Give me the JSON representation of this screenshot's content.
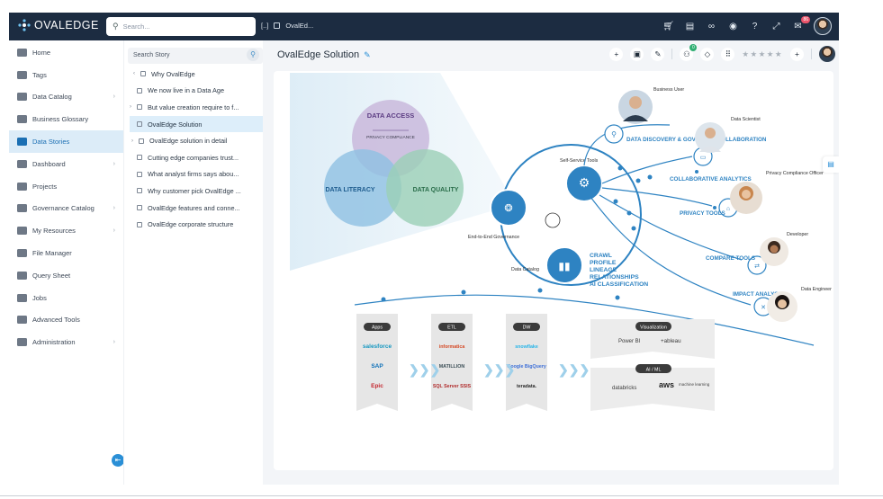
{
  "app": {
    "logo_text": "OVALEDGE"
  },
  "topbar": {
    "search_placeholder": "Search...",
    "crumb_label": "OvalEd...",
    "notification_count": "86",
    "icons": [
      "cart-icon",
      "clipboard-icon",
      "link-icon",
      "shield-icon",
      "help-icon",
      "expand-icon",
      "mail-icon"
    ]
  },
  "sidebar": {
    "items": [
      {
        "label": "Home",
        "icon": "home-icon",
        "has_chevron": false,
        "active": false
      },
      {
        "label": "Tags",
        "icon": "tag-icon",
        "has_chevron": false,
        "active": false
      },
      {
        "label": "Data Catalog",
        "icon": "catalog-icon",
        "has_chevron": true,
        "active": false
      },
      {
        "label": "Business Glossary",
        "icon": "glossary-icon",
        "has_chevron": false,
        "active": false
      },
      {
        "label": "Data Stories",
        "icon": "book-icon",
        "has_chevron": false,
        "active": true
      },
      {
        "label": "Dashboard",
        "icon": "dashboard-icon",
        "has_chevron": true,
        "active": false
      },
      {
        "label": "Projects",
        "icon": "projects-icon",
        "has_chevron": false,
        "active": false
      },
      {
        "label": "Governance Catalog",
        "icon": "governance-icon",
        "has_chevron": true,
        "active": false
      },
      {
        "label": "My Resources",
        "icon": "resources-icon",
        "has_chevron": true,
        "active": false
      },
      {
        "label": "File Manager",
        "icon": "folder-icon",
        "has_chevron": false,
        "active": false
      },
      {
        "label": "Query Sheet",
        "icon": "query-icon",
        "has_chevron": false,
        "active": false
      },
      {
        "label": "Jobs",
        "icon": "jobs-icon",
        "has_chevron": false,
        "active": false
      },
      {
        "label": "Advanced Tools",
        "icon": "tools-icon",
        "has_chevron": false,
        "active": false
      },
      {
        "label": "Administration",
        "icon": "admin-icon",
        "has_chevron": true,
        "active": false
      }
    ]
  },
  "story_pane": {
    "search_label": "Search Story",
    "nodes": [
      {
        "label": "Why OvalEdge",
        "arrow": "<",
        "selected": false
      },
      {
        "label": "We now live in a Data Age",
        "arrow": "",
        "selected": false
      },
      {
        "label": "But value creation require to f...",
        "arrow": ">",
        "selected": false
      },
      {
        "label": "OvalEdge Solution",
        "arrow": "",
        "selected": true
      },
      {
        "label": "OvalEdge solution in detail",
        "arrow": ">",
        "selected": false
      },
      {
        "label": "Cutting edge companies trust...",
        "arrow": "",
        "selected": false
      },
      {
        "label": "What analyst firms says abou...",
        "arrow": "",
        "selected": false
      },
      {
        "label": "Why customer pick OvalEdge ...",
        "arrow": "",
        "selected": false
      },
      {
        "label": "OvalEdge features and conne...",
        "arrow": "",
        "selected": false
      },
      {
        "label": "OvalEdge corporate structure",
        "arrow": "",
        "selected": false
      }
    ]
  },
  "main": {
    "title": "OvalEdge Solution",
    "toolbar_badge": "0",
    "stars": "★★★★★"
  },
  "diagram": {
    "venn": {
      "top_title": "DATA ACCESS",
      "top_sub": "PRIVACY COMPLIANCE",
      "left": "DATA LITERACY",
      "right": "DATA QUALITY"
    },
    "hub_labels": {
      "self_service": "Self-Service Tools",
      "end_to_end": "End-to-End Governance",
      "data_catalog": "Data Catalog"
    },
    "capabilities": [
      "DATA DISCOVERY & GOVERNED COLLABORATION",
      "COLLABORATIVE ANALYTICS",
      "PRIVACY TOOLS",
      "COMPARE TOOLS",
      "IMPACT ANALYSIS"
    ],
    "personas": [
      "Business User",
      "Data Scientist",
      "Privacy Compliance Officer",
      "Developer",
      "Data Engineer"
    ],
    "catalog_features": [
      "CRAWL",
      "PROFILE",
      "LINEAGE",
      "RELATIONSHIPS",
      "AI CLASSIFICATION"
    ],
    "pipeline": [
      {
        "header": "Apps",
        "items": [
          "salesforce",
          "SAP",
          "Epic"
        ]
      },
      {
        "header": "ETL",
        "items": [
          "informatica",
          "MATILLION",
          "SQL Server SSIS"
        ]
      },
      {
        "header": "DW",
        "items": [
          "snowflake",
          "Google BigQuery",
          "teradata."
        ]
      }
    ],
    "visualization": {
      "header": "Visualization",
      "items": [
        "Power BI",
        "+ableau"
      ]
    },
    "ai_ml": {
      "header": "AI / ML",
      "items": [
        "databricks",
        "aws",
        "machine learning"
      ]
    }
  },
  "colors": {
    "topbar": "#1c2c41",
    "accent": "#2a8fd6",
    "diagram_blue": "#2e83c2"
  }
}
